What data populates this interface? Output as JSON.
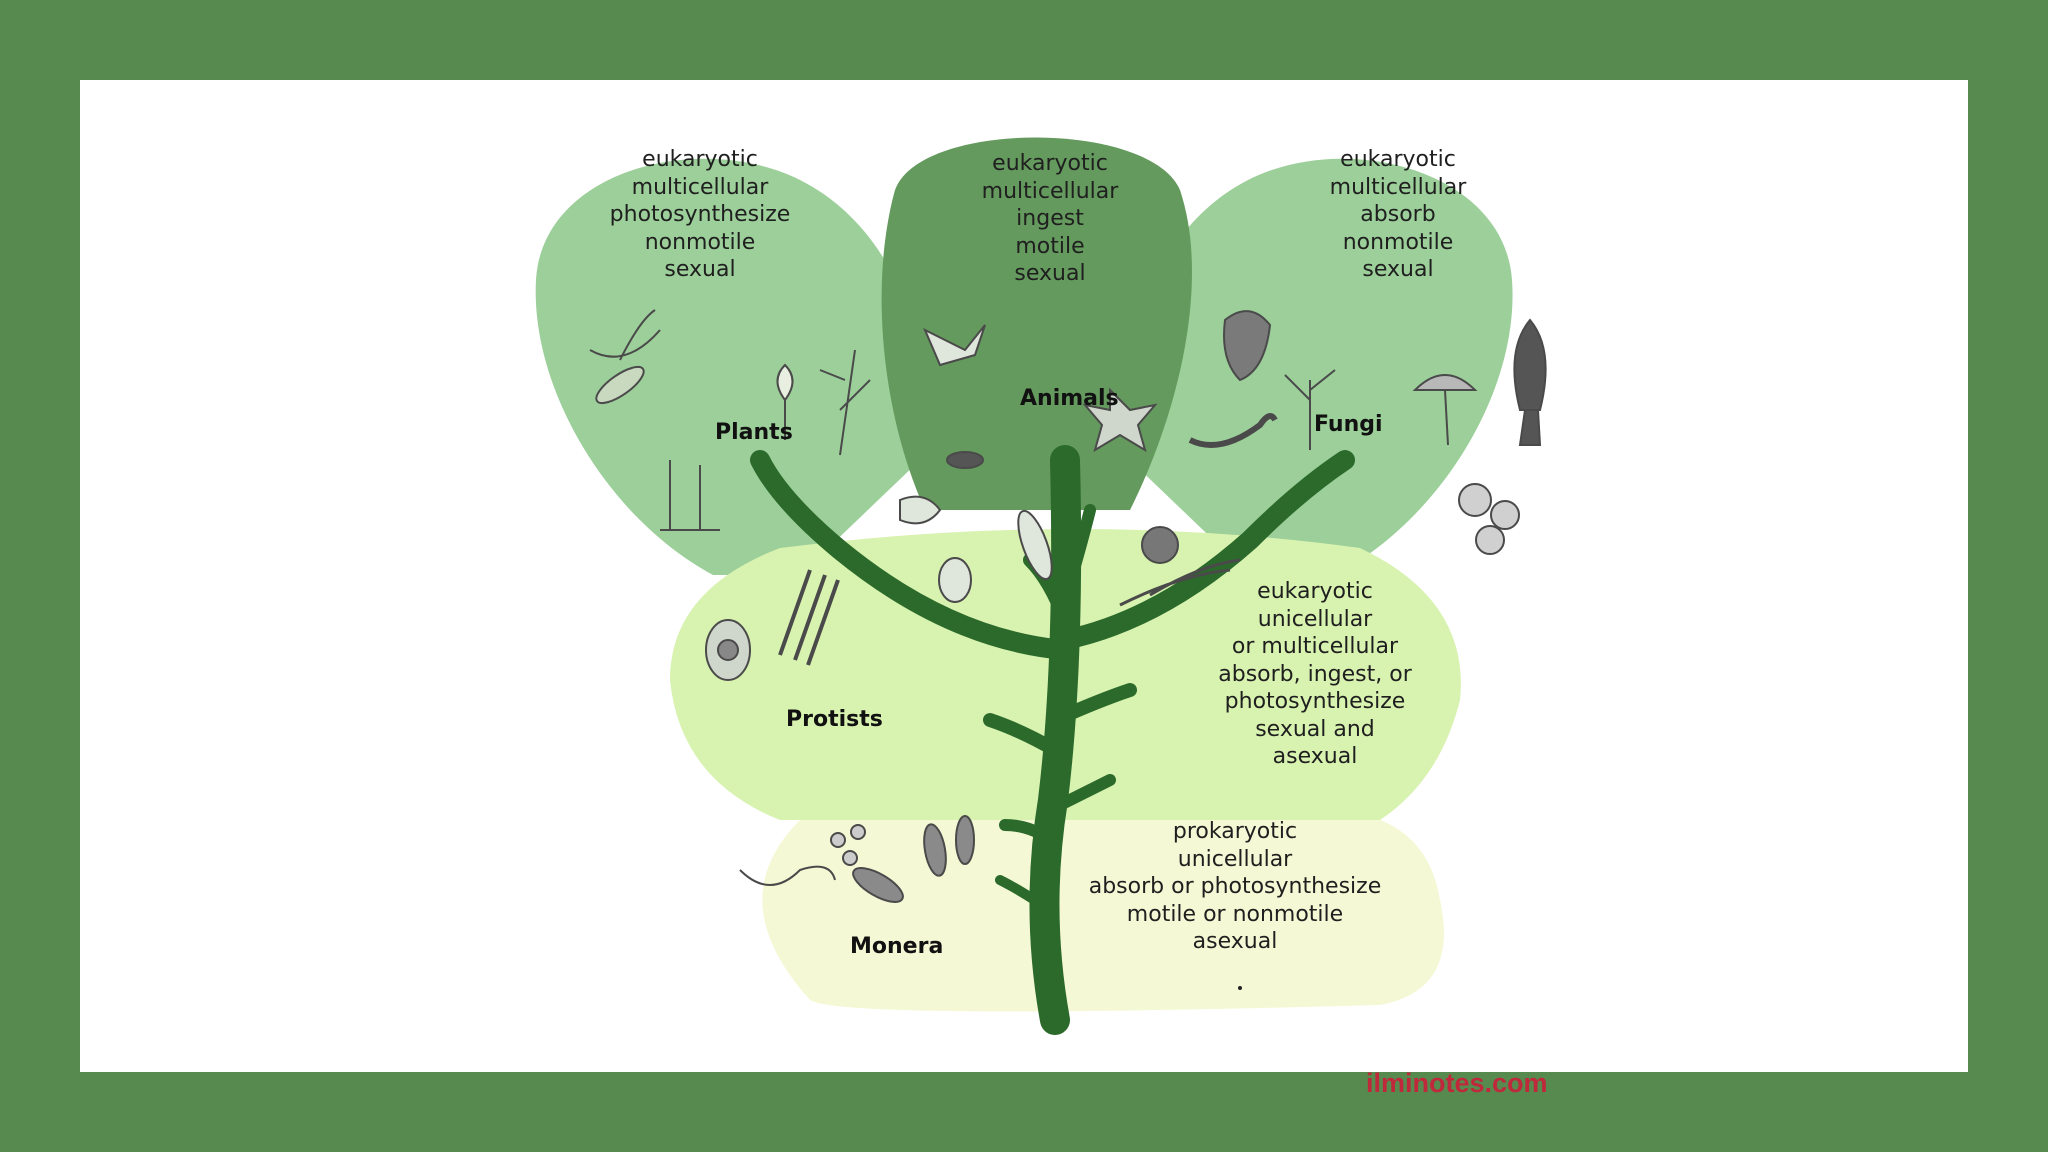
{
  "colors": {
    "border": "#568a4e",
    "plants_petal": "#9ccf99",
    "animals_petal": "#649a5d",
    "fungi_petal": "#9ccf99",
    "protists_band": "#d8f2b0",
    "monera_band": "#f5f8d4",
    "trunk": "#2b6a2b",
    "source_text": "#c0283c"
  },
  "kingdoms": {
    "plants": {
      "name": "Plants",
      "traits": [
        "eukaryotic",
        "multicellular",
        "photosynthesize",
        "nonmotile",
        "sexual"
      ]
    },
    "animals": {
      "name": "Animals",
      "traits": [
        "eukaryotic",
        "multicellular",
        "ingest",
        "motile",
        "sexual"
      ]
    },
    "fungi": {
      "name": "Fungi",
      "traits": [
        "eukaryotic",
        "multicellular",
        "absorb",
        "nonmotile",
        "sexual"
      ]
    },
    "protists": {
      "name": "Protists",
      "traits": [
        "eukaryotic",
        "unicellular",
        "or multicellular",
        "absorb, ingest, or",
        "photosynthesize",
        "sexual and",
        "asexual"
      ]
    },
    "monera": {
      "name": "Monera",
      "traits": [
        "prokaryotic",
        "unicellular",
        "absorb or photosynthesize",
        "motile or nonmotile",
        "asexual"
      ]
    }
  },
  "source": "ilminotes.com"
}
